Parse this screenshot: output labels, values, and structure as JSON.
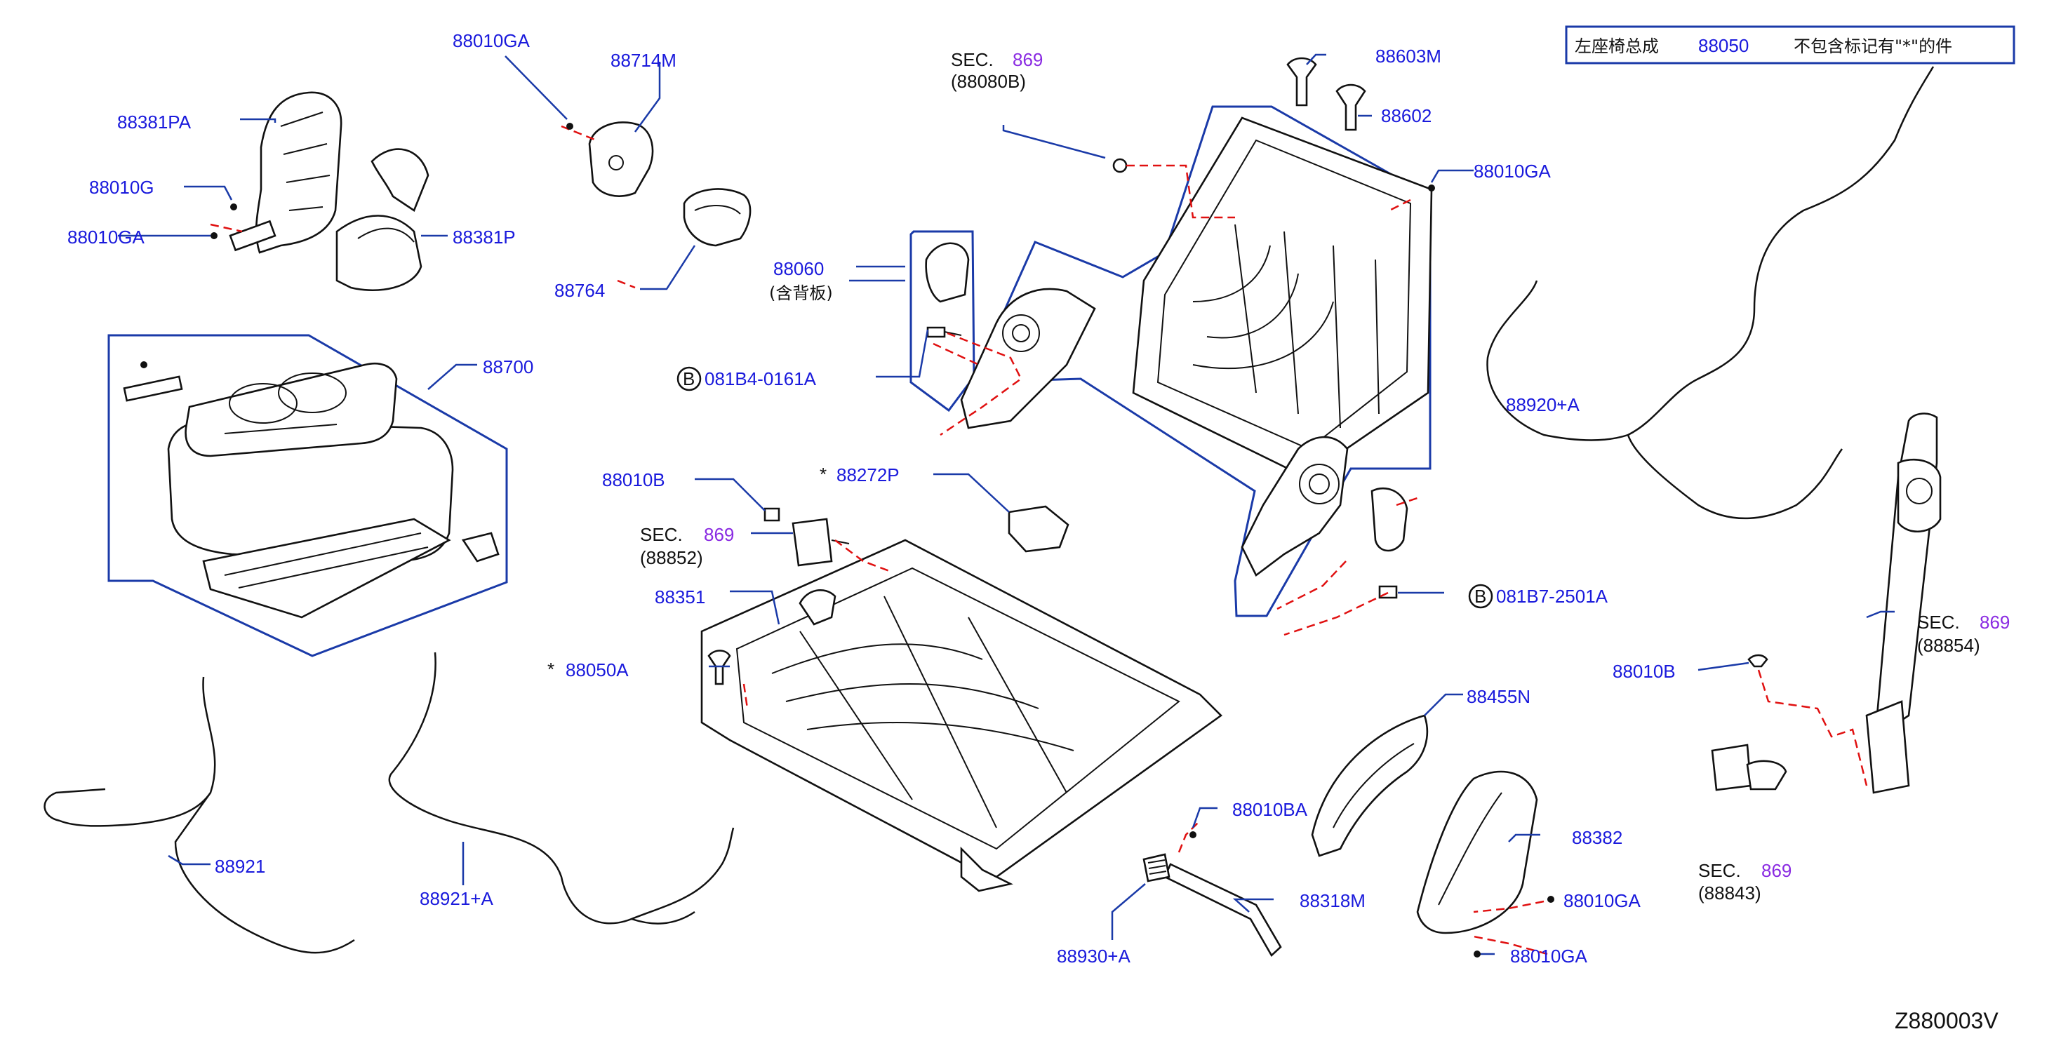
{
  "diagram_code": "Z880003V",
  "legend": {
    "assembly_name": "左座椅总成",
    "assembly_part": "88050",
    "note": "不包含标记有\"*\"的件"
  },
  "parts": {
    "p88010GA_top": "88010GA",
    "p88714M": "88714M",
    "p88381PA": "88381PA",
    "p88010G": "88010G",
    "p88010GA_left": "88010GA",
    "p88381P": "88381P",
    "p88764": "88764",
    "p88700": "88700",
    "p88060": "88060",
    "p88060_note": "(含背板)",
    "p081B4": "081B4-0161A",
    "p88603M": "88603M",
    "p88602": "88602",
    "p88010GA_right": "88010GA",
    "p88010B_mid": "88010B",
    "p88272P": "88272P",
    "p88351": "88351",
    "p88050A": "88050A",
    "p081B7": "081B7-2501A",
    "p88920A": "88920+A",
    "p88010B_right": "88010B",
    "p88455N": "88455N",
    "p88382": "88382",
    "p88010BA": "88010BA",
    "p88318M": "88318M",
    "p88930A": "88930+A",
    "p88010GA_b1": "88010GA",
    "p88010GA_b2": "88010GA",
    "p88921": "88921",
    "p88921A": "88921+A"
  },
  "sections": {
    "s1_label": "SEC.",
    "s1_num": "869",
    "s1_ref": "(88080B)",
    "s2_label": "SEC.",
    "s2_num": "869",
    "s2_ref": "(88852)",
    "s3_label": "SEC.",
    "s3_num": "869",
    "s3_ref": "(88854)",
    "s4_label": "SEC.",
    "s4_num": "869",
    "s4_ref": "(88843)"
  },
  "markers": {
    "asterisk": "*",
    "bolt_circle": "B"
  },
  "colors": {
    "part_number": "#1a1adc",
    "section_number": "#8a2be2",
    "leader_line": "#1a3aa8",
    "dashed_link": "#e01010",
    "outline": "#111111"
  }
}
